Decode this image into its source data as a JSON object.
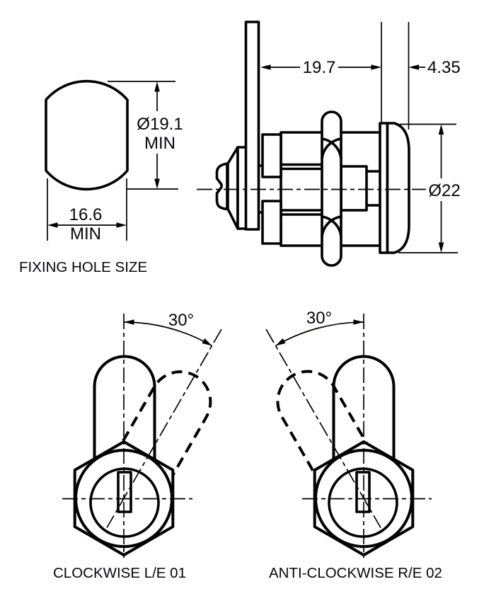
{
  "drawing": {
    "type": "cam-lock technical drawing",
    "colors": {
      "line": "#000000",
      "text": "#05050f",
      "background": "#ffffff"
    },
    "fixing_hole": {
      "caption": "FIXING HOLE SIZE",
      "diameter": "Ø19.1",
      "diameter_qualifier": "MIN",
      "width": "16.6",
      "width_qualifier": "MIN"
    },
    "side_view": {
      "cam_to_flange_length": "19.7",
      "head_depth": "4.35",
      "head_diameter": "Ø22"
    },
    "rotation_clockwise": {
      "angle": "30°",
      "caption": "CLOCKWISE L/E 01"
    },
    "rotation_anticlockwise": {
      "angle": "30°",
      "caption": "ANTI-CLOCKWISE R/E 02"
    }
  }
}
